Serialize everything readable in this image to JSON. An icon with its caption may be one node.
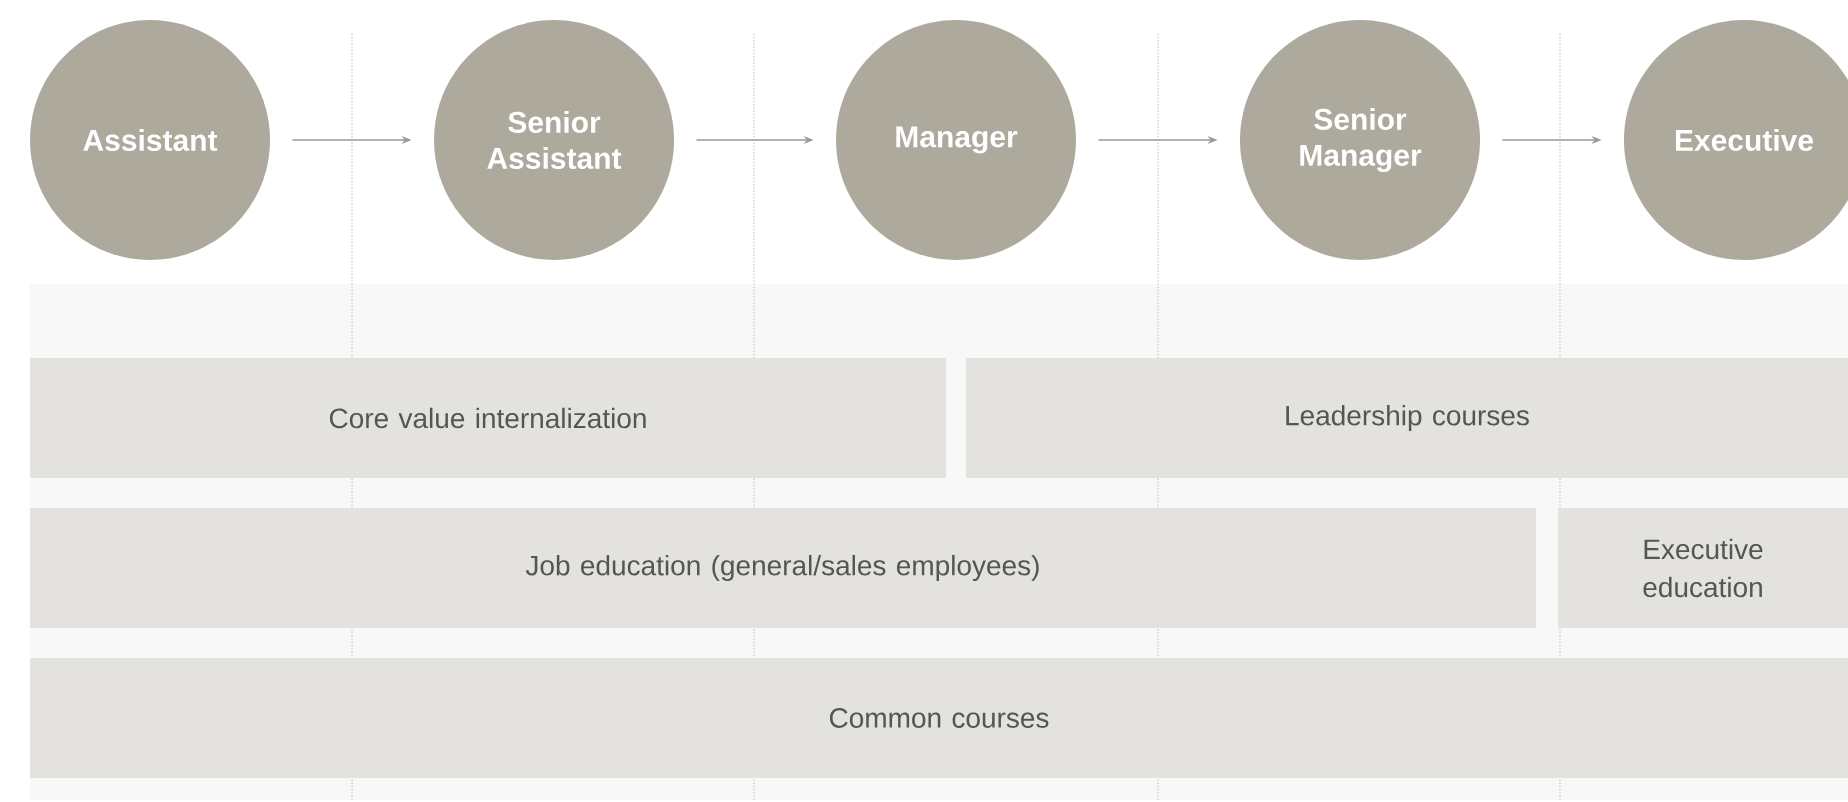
{
  "diagram": {
    "nodes": [
      {
        "text": [
          "Assistant"
        ]
      },
      {
        "text": [
          "Senior Assistant"
        ]
      },
      {
        "text": [
          "Manager"
        ]
      },
      {
        "text": [
          "Senior Manager"
        ]
      },
      {
        "text": [
          "Executive"
        ]
      },
      {
        "text": [
          "Core value internalization"
        ]
      },
      {
        "text": [
          "Leadership courses"
        ]
      },
      {
        "text": [
          "Job education (general/sales employees)"
        ]
      },
      {
        "text": [
          "Executive education"
        ]
      },
      {
        "text": [
          "Common courses"
        ]
      }
    ],
    "edges": [
      {
        "from": 0,
        "to": 1,
        "arrow": "to"
      },
      {
        "from": 1,
        "to": 2,
        "arrow": "to"
      },
      {
        "from": 2,
        "to": 3,
        "arrow": "to"
      },
      {
        "from": 3,
        "to": 4,
        "arrow": "to"
      }
    ]
  }
}
